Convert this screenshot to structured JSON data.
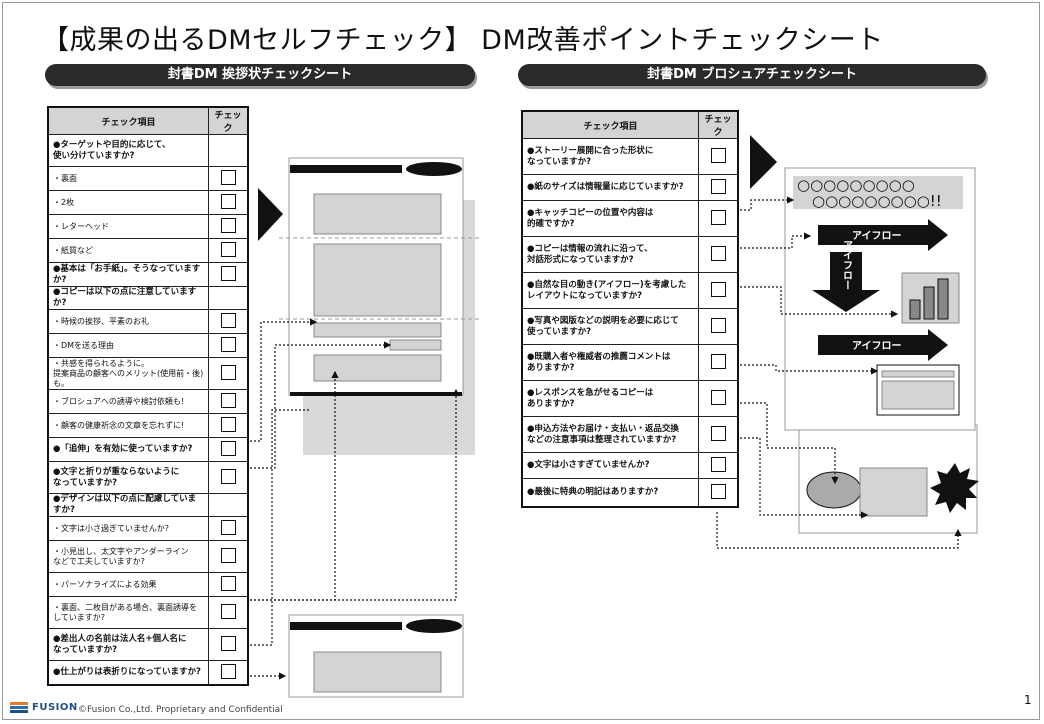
{
  "page": {
    "title": "【成果の出るDMセルフチェック】 DM改善ポイントチェックシート",
    "page_number": "1",
    "footer_brand": "FUSION",
    "footer_copyright": "©Fusion Co.,Ltd. Proprietary and Confidential"
  },
  "left": {
    "banner": "封書DM 挨拶状チェックシート",
    "col_item": "チェック項目",
    "col_check": "チェック",
    "rows": [
      {
        "text": "●ターゲットや目的に応じて、\n  使い分けていますか?",
        "type": "q",
        "box": false
      },
      {
        "text": "・裏面",
        "type": "s",
        "box": true
      },
      {
        "text": "・2枚",
        "type": "s",
        "box": true
      },
      {
        "text": "・レターヘッド",
        "type": "s",
        "box": true
      },
      {
        "text": "・紙質など",
        "type": "s",
        "box": true
      },
      {
        "text": "●基本は「お手紙」。そうなっていますか?",
        "type": "q",
        "box": true
      },
      {
        "text": "●コピーは以下の点に注意していますか?",
        "type": "q",
        "box": false
      },
      {
        "text": "・時候の挨拶、平素のお礼",
        "type": "s",
        "box": true
      },
      {
        "text": "・DMを送る理由",
        "type": "s",
        "box": true
      },
      {
        "text": "・共感を得られるように。\n提案商品の顧客へのメリット(使用前・後)も。",
        "type": "s",
        "box": true
      },
      {
        "text": "・ブロシュアへの誘導や検討依頼も!",
        "type": "s",
        "box": true
      },
      {
        "text": "・顧客の健康祈念の文章を忘れずに!",
        "type": "s",
        "box": true
      },
      {
        "text": "●「追伸」を有効に使っていますか?",
        "type": "q",
        "box": true
      },
      {
        "text": "●文字と折りが重ならないように\n  なっていますか?",
        "type": "q",
        "box": true
      },
      {
        "text": "●デザインは以下の点に配慮していますか?",
        "type": "q",
        "box": false
      },
      {
        "text": "・文字は小さ過ぎていませんか?",
        "type": "s",
        "box": true
      },
      {
        "text": "・小見出し、太文字やアンダーライン\nなどで工夫していますか?",
        "type": "s",
        "box": true
      },
      {
        "text": "・パーソナライズによる効果",
        "type": "s",
        "box": true
      },
      {
        "text": "・裏面、二枚目がある場合、裏面誘導を\nしていますか?",
        "type": "s",
        "box": true
      },
      {
        "text": "●差出人の名前は法人名+個人名に\n  なっていますか?",
        "type": "q",
        "box": true
      },
      {
        "text": "●仕上がりは表折りになっていますか?",
        "type": "q",
        "box": true
      }
    ]
  },
  "right": {
    "banner": "封書DM ブロシュアチェックシート",
    "col_item": "チェック項目",
    "col_check": "チェック",
    "rows": [
      {
        "text": "●ストーリー展開に合った形状に\n  なっていますか?",
        "type": "q",
        "box": true
      },
      {
        "text": "●紙のサイズは情報量に応じていますか?",
        "type": "q",
        "box": true
      },
      {
        "text": "●キャッチコピーの位置や内容は\n  的確ですか?",
        "type": "q",
        "box": true
      },
      {
        "text": "●コピーは情報の流れに沿って、\n  対話形式になっていますか?",
        "type": "q",
        "box": true
      },
      {
        "text": "●自然な目の動き(アイフロー)を考慮した\n  レイアウトになっていますか?",
        "type": "q",
        "box": true
      },
      {
        "text": "●写真や図版などの説明を必要に応じて\n  使っていますか?",
        "type": "q",
        "box": true
      },
      {
        "text": "●既購入者や権威者の推薦コメントは\n  ありますか?",
        "type": "q",
        "box": true
      },
      {
        "text": "●レスポンスを急がせるコピーは\n  ありますか?",
        "type": "q",
        "box": true
      },
      {
        "text": "●申込方法やお届け・支払い・返品交換\n  などの注意事項は整理されていますか?",
        "type": "q",
        "box": true
      },
      {
        "text": "●文字は小さすぎていませんか?",
        "type": "q",
        "box": true
      },
      {
        "text": "●最後に特典の明記はありますか?",
        "type": "q",
        "box": true
      }
    ],
    "diagram": {
      "circles_line1": "○○○○○○○○○",
      "circles_line2": "○○○○○○○○○!!",
      "eyeflow_label": "アイフロー",
      "eyeflow_vertical": "アイフロー"
    }
  }
}
